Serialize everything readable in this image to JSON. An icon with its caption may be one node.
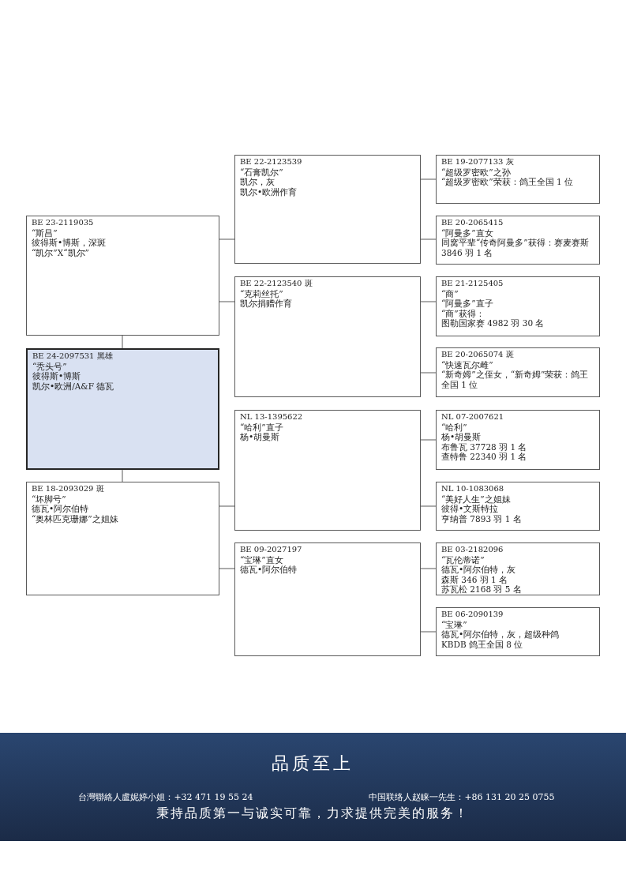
{
  "diagram": {
    "nodes": [
      {
        "text": [
          "BE 23-2119035",
          "“斯昌”",
          "彼得斯•博斯，深斑",
          "“凯尔”X“凯尔”"
        ]
      },
      {
        "text": [
          "BE 24-2097531 黑雄",
          "“秃头号”",
          "彼得斯•博斯",
          "凯尔•欧洲/A&F 德瓦"
        ]
      },
      {
        "text": [
          "BE 18-2093029 斑",
          "“坏脚号”",
          "德瓦•阿尔伯特",
          "“奥林匹克珊娜”之姐妹"
        ]
      },
      {
        "text": [
          "BE 22-2123539",
          "“石膏凯尔”",
          "凯尔，灰",
          "凯尔•欧洲作育"
        ]
      },
      {
        "text": [
          "BE 22-2123540 斑",
          "“克莉丝托”",
          "凯尔捐赠作育"
        ]
      },
      {
        "text": [
          "NL 13-1395622",
          "“哈利”直子",
          "杨•胡曼斯"
        ]
      },
      {
        "text": [
          "BE 09-2027197",
          "“宝琳”直女",
          "德瓦•阿尔伯特"
        ]
      },
      {
        "text": [
          "BE 19-2077133 灰",
          "“超级罗密欧”之孙",
          "“超级罗密欧”荣获：鸽王全国 1 位"
        ]
      },
      {
        "text": [
          "BE 20-2065415",
          "“阿曼多”直女",
          "同窝平辈“传奇阿曼多”获得：赛麦赛斯 3846 羽 1 名"
        ]
      },
      {
        "text": [
          "BE 21-2125405",
          "“商”",
          "“阿曼多”直子",
          "“商”获得：",
          "图勒国家赛 4982 羽 30 名"
        ]
      },
      {
        "text": [
          "BE 20-2065074 斑",
          "“快速瓦尔雌”",
          "“新奇姆”之侄女，“新奇姆”荣获：鸽王全国 1 位"
        ]
      },
      {
        "text": [
          "NL 07-2007621",
          "“哈利”",
          "杨•胡曼斯",
          "布鲁瓦 37728 羽 1 名",
          "查特鲁 22340 羽 1 名"
        ]
      },
      {
        "text": [
          "NL 10-1083068",
          "“美好人生”之姐妹",
          "彼得•文斯特拉",
          "亨纳普 7893 羽 1 名"
        ]
      },
      {
        "text": [
          "BE 03-2182096",
          "“瓦伦蒂诺”",
          "德瓦•阿尔伯特，灰",
          "森斯 346 羽 1 名",
          "苏瓦松 2168 羽 5 名"
        ]
      },
      {
        "text": [
          "BE 06-2090139",
          "“宝琳”",
          "德瓦•阿尔伯特，灰，超级种鸽",
          "KBDB 鸽王全国 8 位"
        ]
      }
    ],
    "edges": [
      {
        "from": 1,
        "to": 0,
        "arrow": "none"
      },
      {
        "from": 1,
        "to": 2,
        "arrow": "none"
      },
      {
        "from": 0,
        "to": 3,
        "arrow": "none"
      },
      {
        "from": 0,
        "to": 4,
        "arrow": "none"
      },
      {
        "from": 2,
        "to": 5,
        "arrow": "none"
      },
      {
        "from": 2,
        "to": 6,
        "arrow": "none"
      },
      {
        "from": 3,
        "to": 7,
        "arrow": "none"
      },
      {
        "from": 3,
        "to": 8,
        "arrow": "none"
      },
      {
        "from": 4,
        "to": 9,
        "arrow": "none"
      },
      {
        "from": 4,
        "to": 10,
        "arrow": "none"
      },
      {
        "from": 5,
        "to": 11,
        "arrow": "none"
      },
      {
        "from": 5,
        "to": 12,
        "arrow": "none"
      },
      {
        "from": 6,
        "to": 13,
        "arrow": "none"
      },
      {
        "from": 6,
        "to": 14,
        "arrow": "none"
      }
    ],
    "labels": [
      "品质至上",
      "台灣聯絡人盧妮婷小姐：+32 471 19 55 24",
      "中国联络人赵睐一先生：+86 131 20 25 0755",
      "秉持品质第一与诚实可靠，力求提供完美的服务！"
    ]
  }
}
